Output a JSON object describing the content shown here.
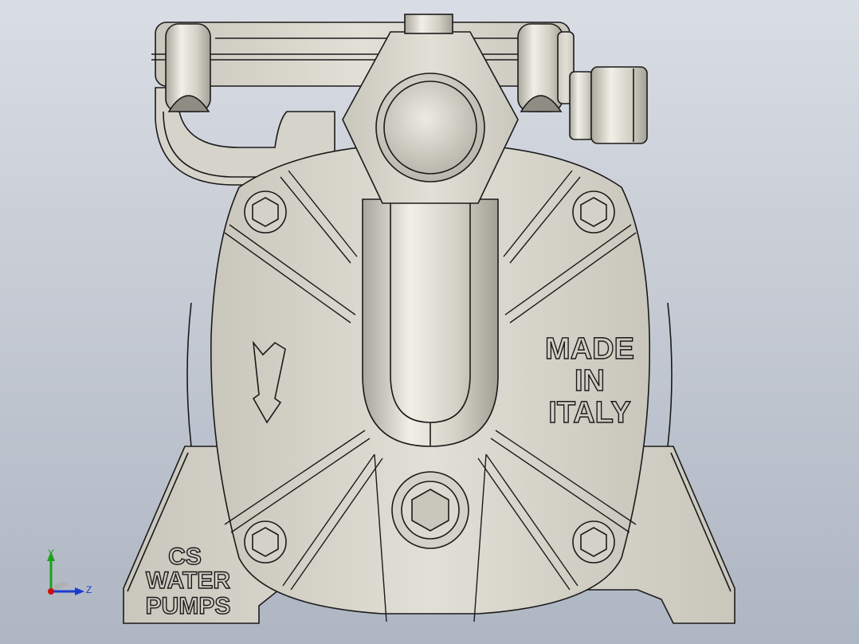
{
  "viewport": {
    "background_top": "#d9dde4",
    "background_bottom": "#aeb6c3"
  },
  "model": {
    "body_color": "#dcdad0",
    "shade_color": "#bfbdb2",
    "outline_color": "#1a1a1a",
    "embossed_text_left": [
      "CS",
      "WATER",
      "PUMPS"
    ],
    "embossed_text_right": [
      "MADE",
      "IN",
      "ITALY"
    ],
    "arrow_icon": "flow-direction-arrow-icon"
  },
  "triad": {
    "y_label": "Y",
    "z_label": "Z",
    "y_color": "#1aa31a",
    "z_color": "#1a3ccc",
    "x_color": "#d01010"
  }
}
